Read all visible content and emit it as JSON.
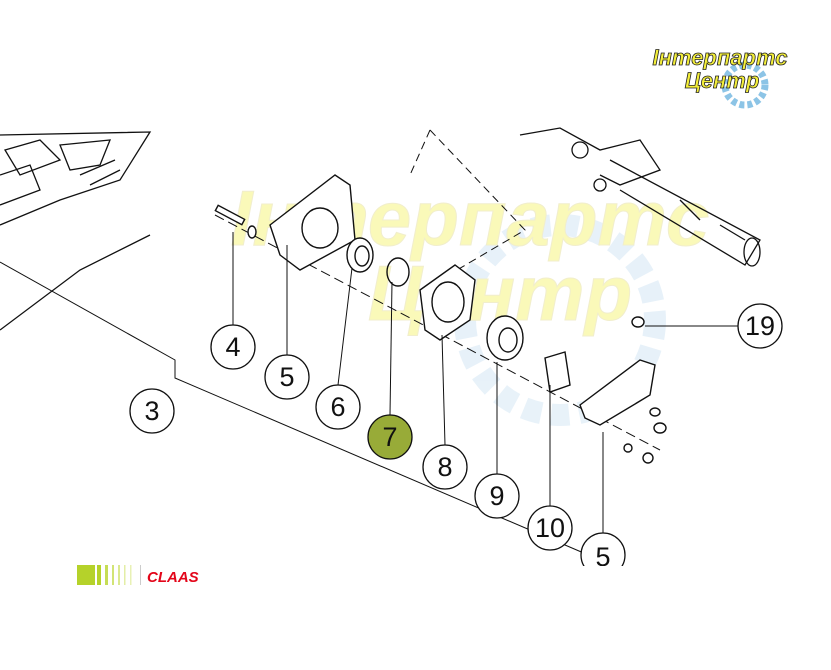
{
  "watermark": {
    "line1": "Інтерпартс",
    "line2": "Центр"
  },
  "brand_logo": {
    "text": "CLAAS",
    "colors": {
      "bars": "#b5d22a",
      "text": "#e3061a"
    }
  },
  "callouts": [
    {
      "label": "3",
      "highlighted": false
    },
    {
      "label": "4",
      "highlighted": false
    },
    {
      "label": "5",
      "highlighted": false
    },
    {
      "label": "6",
      "highlighted": false
    },
    {
      "label": "7",
      "highlighted": true
    },
    {
      "label": "8",
      "highlighted": false
    },
    {
      "label": "9",
      "highlighted": false
    },
    {
      "label": "10",
      "highlighted": false
    },
    {
      "label": "5",
      "highlighted": false
    },
    {
      "label": "19",
      "highlighted": false
    }
  ],
  "colors": {
    "highlight": "#98ab38",
    "line": "#111111",
    "watermark_yellow": "#f3ee3a",
    "gear_blue": "#8cc4e6"
  }
}
